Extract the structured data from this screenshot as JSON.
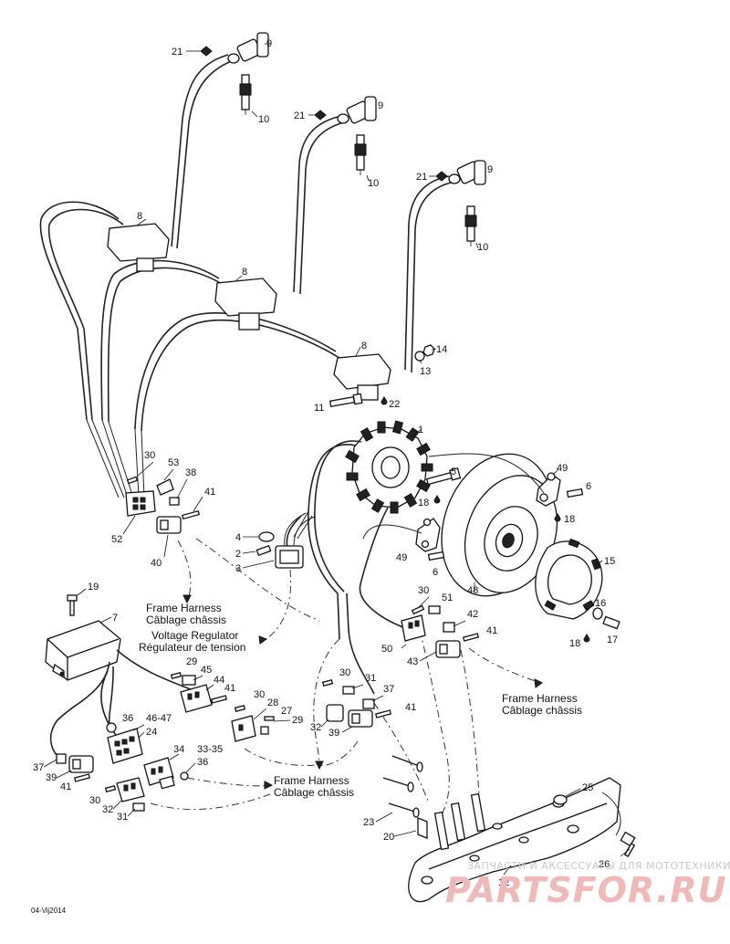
{
  "callouts": {
    "c21a": "21",
    "c9a": "9",
    "c10a": "10",
    "c21b": "21",
    "c9b": "9",
    "c10b": "10",
    "c21c": "21",
    "c9c": "9",
    "c10c": "10",
    "c8a": "8",
    "c8b": "8",
    "c8c": "8",
    "c14": "14",
    "c13": "13",
    "c11": "11",
    "c22": "22",
    "c1": "1",
    "c5": "5",
    "c18a": "18",
    "c49a": "49",
    "c6a": "6",
    "c18b": "18",
    "c15": "15",
    "c49b": "49",
    "c6b": "6",
    "c48": "48",
    "c16": "16",
    "c18c": "18",
    "c17": "17",
    "c30a": "30",
    "c53": "53",
    "c38": "38",
    "c41a": "41",
    "c52": "52",
    "c40": "40",
    "c4": "4",
    "c2": "2",
    "c3": "3",
    "c19": "19",
    "c7": "7",
    "c30b": "30",
    "c51": "51",
    "c42": "42",
    "c41b": "41",
    "c50": "50",
    "c43": "43",
    "c29a": "29",
    "c45": "45",
    "c44": "44",
    "c41c": "41",
    "c30c": "30",
    "c28": "28",
    "c27": "27",
    "c29b": "29",
    "c30d": "30",
    "c31a": "31",
    "c37a": "37",
    "c41d": "41",
    "c32a": "32",
    "c39a": "39",
    "c36a": "36",
    "c4647": "46-47",
    "c24": "24",
    "c34": "34",
    "c3335": "33-35",
    "c36b": "36",
    "c37b": "37",
    "c39b": "39",
    "c41e": "41",
    "c30e": "30",
    "c32b": "32",
    "c31b": "31",
    "c23": "23",
    "c20": "20",
    "c25": "25",
    "c26": "26",
    "c12": "12"
  },
  "captions": {
    "frame_harness_1_en": "Frame Harness",
    "frame_harness_1_fr": "Câblage châssis",
    "voltage_regulator_en": "Voltage Regulator",
    "voltage_regulator_fr": "Régulateur de tension",
    "frame_harness_2_en": "Frame Harness",
    "frame_harness_2_fr": "Câblage châssis",
    "frame_harness_3_en": "Frame Harness",
    "frame_harness_3_fr": "Câblage châssis"
  },
  "drawing_code": "04-Vij2014",
  "watermark": {
    "line1": "ЗАПЧАСТИ И АКСЕССУАРЫ ДЛЯ МОТОТЕХНИКИ",
    "line2": "PARTSFOR.RU",
    "color": "#f1b8b8"
  }
}
